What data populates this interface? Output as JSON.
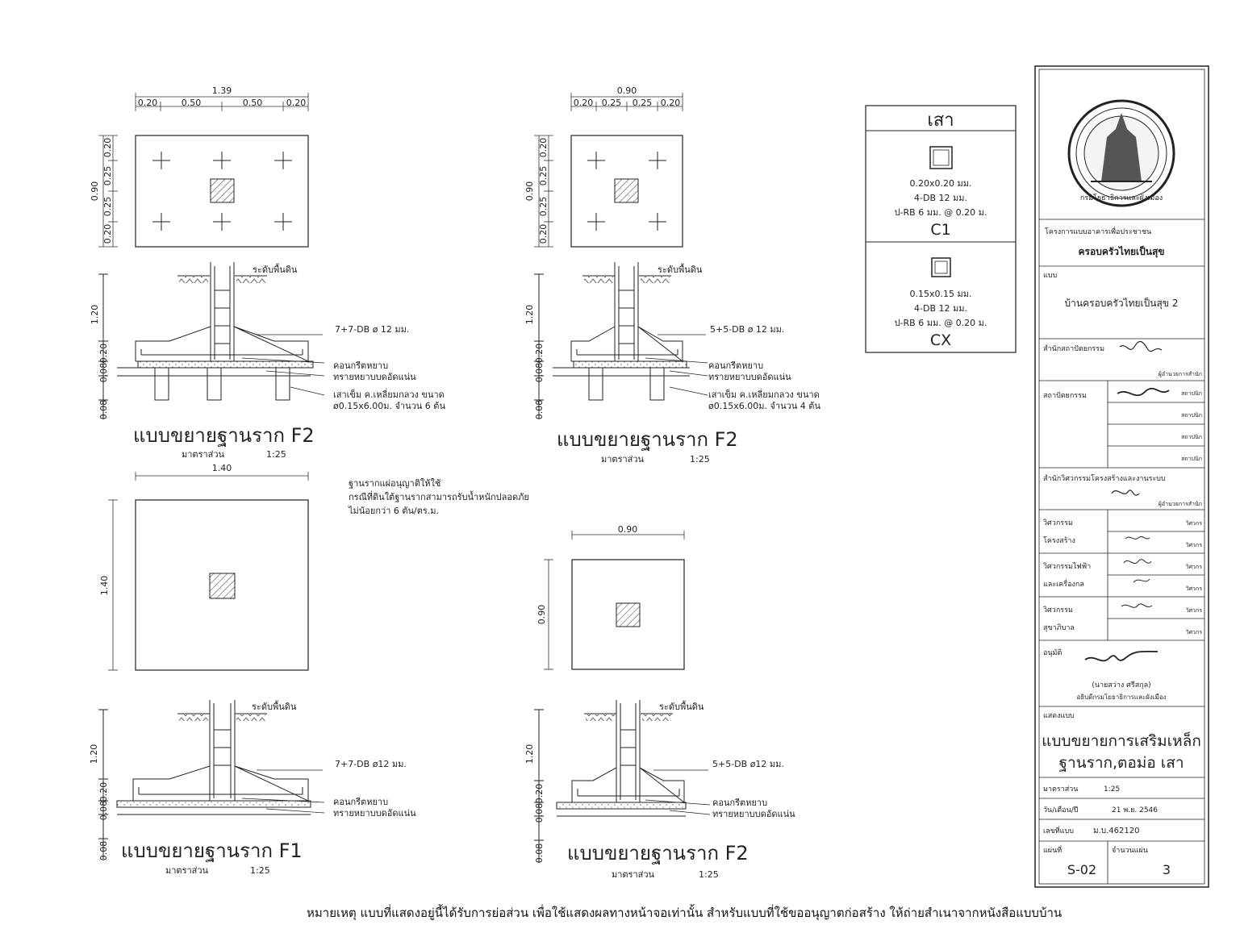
{
  "column_schedule": {
    "title": "เสา",
    "c1": {
      "size": "0.20x0.20 มม.",
      "bars": "4-DB 12 มม.",
      "ties": "ป-RB 6 มม. @ 0.20 ม.",
      "name": "C1"
    },
    "cx": {
      "size": "0.15x0.15 มม.",
      "bars": "4-DB 12 มม.",
      "ties": "ป-RB 6 มม. @ 0.20 ม.",
      "name": "CX"
    }
  },
  "details": {
    "tl": {
      "title": "แบบขยายฐานราก  F2",
      "scale_label": "มาตราส่วน",
      "scale": "1:25",
      "plan_total": "1.39",
      "plan_dims": [
        "0.20",
        "0.50",
        "0.50",
        "0.20"
      ],
      "plan_depth": "0.90",
      "plan_depth_dims": [
        "0.20",
        "0.25",
        "0.25",
        "0.20"
      ],
      "ground": "ระดับพื้นดิน",
      "rebar": "7+7-DB ø 12 มม.",
      "concrete": "คอนกรีตหยาบ",
      "sand": "ทรายหยาบบดอัดแน่น",
      "pile_1": "เสาเข็ม ค.เหลี่ยมกลวง ขนาด",
      "pile_2": "ø0.15x6.00ม. จำนวน 6 ต้น",
      "sec_dims": [
        "1.20",
        "0.20",
        "0.08",
        "0.08"
      ]
    },
    "tr": {
      "title": "แบบขยายฐานราก  F2",
      "scale_label": "มาตราส่วน",
      "scale": "1:25",
      "plan_total": "0.90",
      "plan_dims": [
        "0.20",
        "0.25",
        "0.25",
        "0.20"
      ],
      "plan_depth": "0.90",
      "plan_depth_dims": [
        "0.20",
        "0.25",
        "0.25",
        "0.20"
      ],
      "ground": "ระดับพื้นดิน",
      "rebar": "5+5-DB ø 12 มม.",
      "concrete": "คอนกรีตหยาบ",
      "sand": "ทรายหยาบบดอัดแน่น",
      "pile_1": "เสาเข็ม ค.เหลี่ยมกลวง ขนาด",
      "pile_2": "ø0.15x6.00ม. จำนวน 4 ต้น",
      "sec_dims": [
        "1.20",
        "0.20",
        "0.08",
        "0.08"
      ]
    },
    "bl": {
      "title": "แบบขยายฐานราก  F1",
      "scale_label": "มาตราส่วน",
      "scale": "1:25",
      "plan_total": "1.40",
      "plan_depth": "1.40",
      "ground": "ระดับพื้นดิน",
      "rebar": "7+7-DB ø12 มม.",
      "concrete": "คอนกรีตหยาบ",
      "sand": "ทรายหยาบบดอัดแน่น",
      "sec_dims": [
        "1.20",
        "0.20",
        "0.08",
        "0.08"
      ]
    },
    "br": {
      "title": "แบบขยายฐานราก  F2",
      "scale_label": "มาตราส่วน",
      "scale": "1:25",
      "plan_total": "0.90",
      "plan_depth": "0.90",
      "ground": "ระดับพื้นดิน",
      "rebar": "5+5-DB ø12 มม.",
      "concrete": "คอนกรีตหยาบ",
      "sand": "ทรายหยาบบดอัดแน่น",
      "sec_dims": [
        "1.20",
        "0.20",
        "0.08",
        "0.08"
      ]
    }
  },
  "note": [
    "ฐานรากแผ่อนุญาติให้ใช้",
    "กรณีที่ดินใต้ฐานรากสามารถรับน้ำหนักปลอดภัย",
    "ไม่น้อยกว่า  6  ตัน/ตร.ม."
  ],
  "title_block": {
    "seal_text": "กรมโยธาธิการและผังเมือง",
    "project_label": "โครงการแบบอาคารเพื่อประชาชน",
    "project": "ครอบครัวไทยเป็นสุข",
    "type_label": "แบบ",
    "type": "บ้านครอบครัวไทยเป็นสุข 2",
    "arch_office": "สำนักสถาปัตยกรรม",
    "office_head": "ผู้อำนวยการสำนัก",
    "architect": "สถาปัตยกรรม",
    "architect_role": "สถาปนิก",
    "eng_office": "สำนักวิศวกรรมโครงสร้างและงานระบบ",
    "eng_head": "ผู้อำนวยการสำนัก",
    "struct_1": "วิศวกรรม",
    "struct_2": "โครงสร้าง",
    "elec_1": "วิศวกรรมไฟฟ้า",
    "elec_2": "และเครื่องกล",
    "san_1": "วิศวกรรม",
    "san_2": "สุขาภิบาล",
    "engineer_role": "วิศวกร",
    "approve": "อนุมัติ",
    "approver": "(นายสว่าง  ศรีสกุล)",
    "approver_title": "อธิบดีกรมโยธาธิการและผังเมือง",
    "show_label": "แสดงแบบ",
    "show_1": "แบบขยายการเสริมเหล็ก",
    "show_2": "ฐานราก,ตอม่อ เสา",
    "scale_label": "มาตราส่วน",
    "scale": "1:25",
    "date_label": "วัน/เดือน/ปี",
    "date": "21  พ.ย.  2546",
    "drawing_no_label": "เลขที่แบบ",
    "drawing_no": "ม.บ.462120",
    "sheet_label": "แผ่นที่",
    "sheet": "S-02",
    "total_label": "จำนวนแผ่น",
    "total": "3"
  },
  "footer": "หมายเหตุ   แบบที่แสดงอยู่นี้ได้รับการย่อส่วน   เพื่อใช้แสดงผลทางหน้าจอเท่านั้น   สำหรับแบบที่ใช้ขออนุญาตก่อสร้าง   ให้ถ่ายสำเนาจากหนังสือแบบบ้าน"
}
